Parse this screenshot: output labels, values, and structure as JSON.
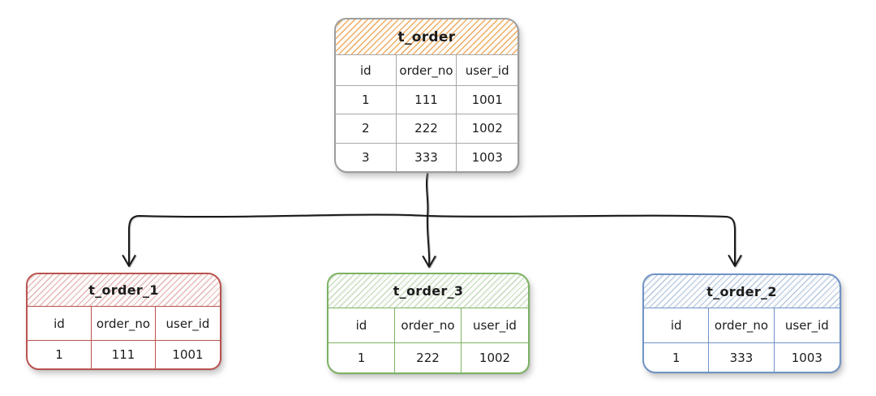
{
  "diagram": {
    "type": "table-sharding",
    "arrow_color": "#1a1a1a",
    "tables": [
      {
        "name": "t_order",
        "role": "source",
        "accent_color": "#ee9e42",
        "border_color": "#9d9d9d",
        "columns": [
          "id",
          "order_no",
          "user_id"
        ],
        "rows": [
          [
            "1",
            "111",
            "1001"
          ],
          [
            "2",
            "222",
            "1002"
          ],
          [
            "3",
            "333",
            "1003"
          ]
        ]
      },
      {
        "name": "t_order_1",
        "role": "shard",
        "accent_color": "#b9534f",
        "border_color": "#b9534f",
        "columns": [
          "id",
          "order_no",
          "user_id"
        ],
        "rows": [
          [
            "1",
            "111",
            "1001"
          ]
        ]
      },
      {
        "name": "t_order_3",
        "role": "shard",
        "accent_color": "#7cb262",
        "border_color": "#7cb262",
        "columns": [
          "id",
          "order_no",
          "user_id"
        ],
        "rows": [
          [
            "1",
            "222",
            "1002"
          ]
        ]
      },
      {
        "name": "t_order_2",
        "role": "shard",
        "accent_color": "#7093c5",
        "border_color": "#7093c5",
        "columns": [
          "id",
          "order_no",
          "user_id"
        ],
        "rows": [
          [
            "1",
            "333",
            "1003"
          ]
        ]
      }
    ],
    "connectors": [
      {
        "from": "t_order",
        "to": "t_order_1"
      },
      {
        "from": "t_order",
        "to": "t_order_3"
      },
      {
        "from": "t_order",
        "to": "t_order_2"
      }
    ]
  }
}
